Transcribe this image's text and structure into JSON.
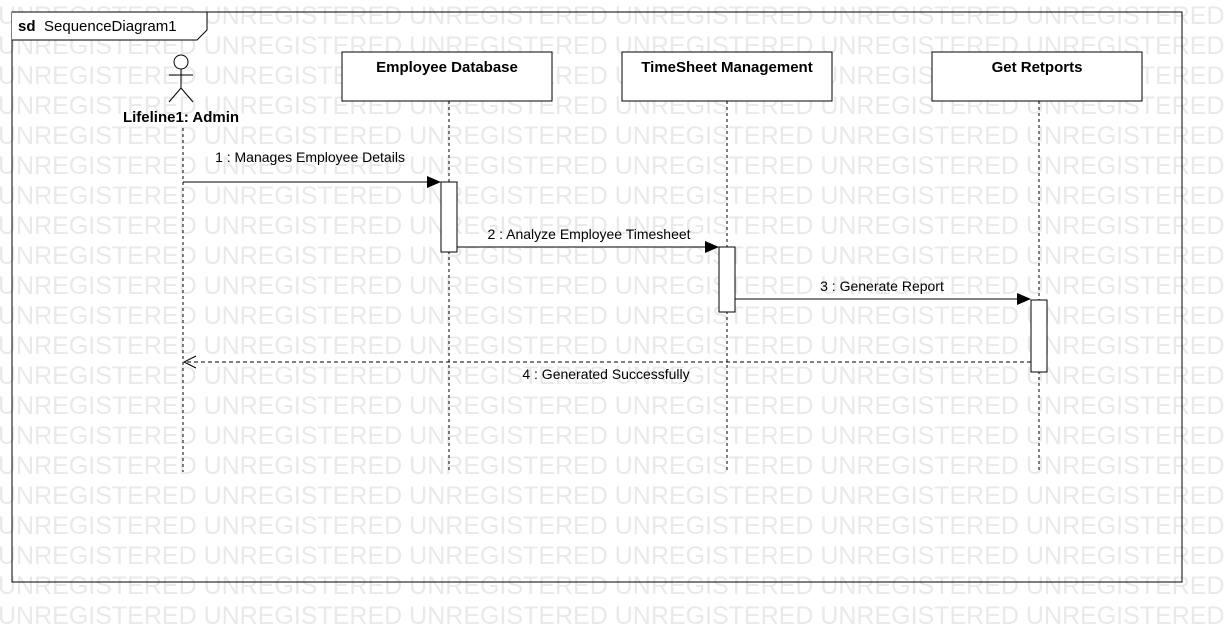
{
  "frame": {
    "keyword": "sd",
    "name": "SequenceDiagram1"
  },
  "watermark": {
    "text": "UNREGISTERED"
  },
  "lifelines": [
    {
      "id": "admin",
      "label": "Lifeline1: Admin",
      "kind": "actor"
    },
    {
      "id": "employee_db",
      "label": "Employee Database",
      "kind": "object"
    },
    {
      "id": "timesheet",
      "label": "TimeSheet Management",
      "kind": "object"
    },
    {
      "id": "reports",
      "label": "Get Retports",
      "kind": "object"
    }
  ],
  "messages": [
    {
      "label": "1 : Manages Employee Details",
      "from": "admin",
      "to": "employee_db",
      "style": "sync"
    },
    {
      "label": "2 : Analyze Employee Timesheet",
      "from": "employee_db",
      "to": "timesheet",
      "style": "sync"
    },
    {
      "label": "3 : Generate Report",
      "from": "timesheet",
      "to": "reports",
      "style": "sync"
    },
    {
      "label": "4 : Generated Successfully",
      "from": "reports",
      "to": "admin",
      "style": "return"
    }
  ],
  "colors": {
    "line": "#000000",
    "background": "#ffffff",
    "watermark": "#e9e9e9"
  }
}
